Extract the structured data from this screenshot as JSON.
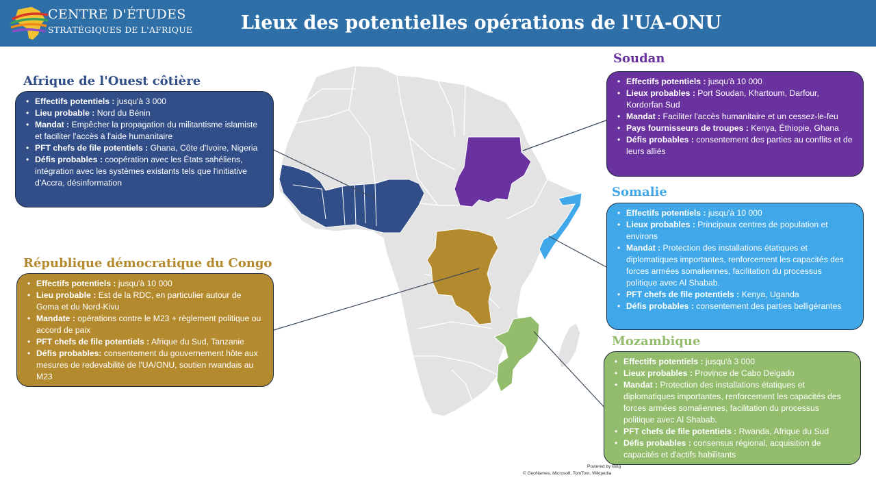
{
  "header": {
    "brand_line1": "CENTRE D'ÉTUDES",
    "brand_line2": "STRATÉGIQUES DE L'AFRIQUE",
    "title": "Lieux des potentielles opérations de l'UA-ONU",
    "bar_color": "#2e6fa8"
  },
  "colors": {
    "west_africa": "#324e88",
    "drc": "#b48a2e",
    "sudan": "#6a329f",
    "somalia": "#40a8e8",
    "mozambique": "#93bd6c",
    "land": "#e3e3e3",
    "border": "#ffffff"
  },
  "regions": [
    {
      "id": "west",
      "title": "Afrique de l'Ouest côtière",
      "items": [
        {
          "label": "Effectifs potentiels :",
          "text": " jusqu'à 3 000"
        },
        {
          "label": "Lieu probable :",
          "text": " Nord du Bénin"
        },
        {
          "label": "Mandat :",
          "text": " Empêcher la propagation du militantisme islamiste et faciliter l'accès à l'aide humanitaire"
        },
        {
          "label": "PFT chefs de file potentiels :",
          "text": " Ghana, Côte d'Ivoire, Nigeria"
        },
        {
          "label": "Défis probables :",
          "text": " coopération avec les États sahéliens, intégration avec les systèmes existants tels que l'initiative d'Accra, désinformation"
        }
      ]
    },
    {
      "id": "drc",
      "title": "République démocratique du Congo",
      "items": [
        {
          "label": "Effectifs potentiels :",
          "text": " jusqu'à 10 000"
        },
        {
          "label": "Lieu probable :",
          "text": " Est de la RDC, en particulier autour de Goma et du Nord-Kivu"
        },
        {
          "label": "Mandate :",
          "text": " opérations contre le M23 + règlement politique ou accord de paix"
        },
        {
          "label": "PFT chefs de file potentiels :",
          "text": " Afrique du Sud, Tanzanie"
        },
        {
          "label": "Défis probables:",
          "text": " consentement du gouvernement hôte aux mesures de redevabilité de l'UA/ONU, soutien rwandais au M23"
        }
      ]
    },
    {
      "id": "sudan",
      "title": "Soudan",
      "items": [
        {
          "label": "Effectifs potentiels :",
          "text": " jusqu'à 10 000"
        },
        {
          "label": "Lieux probables :",
          "text": " Port Soudan, Khartoum, Darfour, Kordorfan Sud"
        },
        {
          "label": "Mandat :",
          "text": " Faciliter l'accès humanitaire et un cessez-le-feu"
        },
        {
          "label": "Pays fournisseurs de troupes :",
          "text": " Kenya, Éthiopie, Ghana"
        },
        {
          "label": "Défis probables :",
          "text": " consentement des parties au conflits et de leurs alliés"
        }
      ]
    },
    {
      "id": "somalia",
      "title": "Somalie",
      "items": [
        {
          "label": "Effectifs potentiels :",
          "text": " jusqu'à 10 000"
        },
        {
          "label": "Lieux probables :",
          "text": " Principaux centres de population et environs"
        },
        {
          "label": "Mandat :",
          "text": " Protection des installations étatiques et diplomatiques importantes, renforcement les capacités des forces armées somaliennes, facilitation du processus politique avec Al Shabab."
        },
        {
          "label": "PFT chefs de file potentiels :",
          "text": " Kenya, Uganda"
        },
        {
          "label": "Défis probables :",
          "text": " consentement des parties belligérantes"
        }
      ]
    },
    {
      "id": "mozambique",
      "title": "Mozambique",
      "items": [
        {
          "label": "Effectifs potentiels :",
          "text": " jusqu'à 3 000"
        },
        {
          "label": "Lieux probables :",
          "text": " Province de Cabo Delgado"
        },
        {
          "label": "Mandat :",
          "text": " Protection des installations étatiques et diplomatiques importantes, renforcement les capacités des forces armées somaliennes, facilitation du processus politique avec Al Shabab."
        },
        {
          "label": "PFT chefs de file potentiels :",
          "text": " Rwanda, Afrique du Sud"
        },
        {
          "label": "Défis probables :",
          "text": " consensus régional, acquisition de capacités et d'actifs habilitants"
        }
      ]
    }
  ],
  "credits": {
    "line1": "Powered by Bing",
    "line2": "© GeoNames, Microsoft, TomTom, Wikipedia"
  }
}
